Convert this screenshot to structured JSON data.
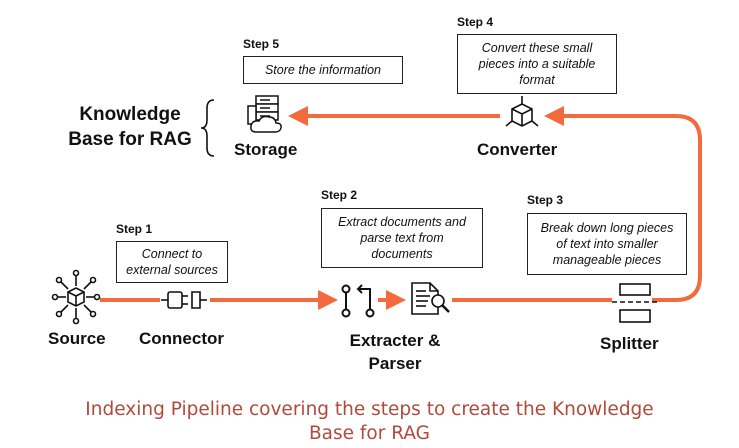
{
  "diagram": {
    "kb_label_line1": "Knowledge",
    "kb_label_line2": "Base for RAG",
    "nodes": {
      "source": "Source",
      "connector": "Connector",
      "extracter_line1": "Extracter &",
      "extracter_line2": "Parser",
      "splitter": "Splitter",
      "converter": "Converter",
      "storage": "Storage"
    },
    "steps": {
      "step1": {
        "title": "Step 1",
        "desc_line1": "Connect to",
        "desc_line2": "external sources"
      },
      "step2": {
        "title": "Step 2",
        "desc_line1": "Extract documents and",
        "desc_line2": "parse text from",
        "desc_line3": "documents"
      },
      "step3": {
        "title": "Step 3",
        "desc_line1": "Break down long pieces",
        "desc_line2": "of text into smaller",
        "desc_line3": "manageable pieces"
      },
      "step4": {
        "title": "Step 4",
        "desc_line1": "Convert these small",
        "desc_line2": "pieces into a suitable",
        "desc_line3": "format"
      },
      "step5": {
        "title": "Step 5",
        "desc_line1": "Store the information"
      }
    },
    "caption_line1": "Indexing Pipeline covering the steps to create the Knowledge",
    "caption_line2": "Base for RAG",
    "colors": {
      "arrow": "#f26a3d",
      "caption": "#b04a3a",
      "text": "#111111"
    }
  }
}
